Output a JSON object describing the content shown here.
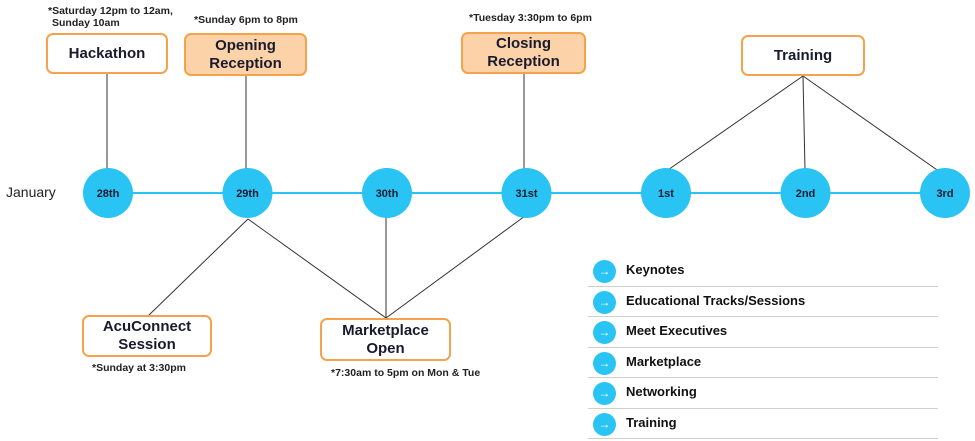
{
  "month_label": "January",
  "dates": [
    "28th",
    "29th",
    "30th",
    "31st",
    "1st",
    "2nd",
    "3rd"
  ],
  "events": {
    "hackathon": {
      "lines": [
        "Hackathon"
      ],
      "note": [
        "*Saturday 12pm to 12am,",
        "Sunday 10am"
      ]
    },
    "opening_reception": {
      "lines": [
        "Opening",
        "Reception"
      ],
      "note": [
        "*Sunday 6pm to 8pm"
      ]
    },
    "closing_reception": {
      "lines": [
        "Closing",
        "Reception"
      ],
      "note": [
        "*Tuesday 3:30pm to 6pm"
      ]
    },
    "training": {
      "lines": [
        "Training"
      ]
    },
    "acuconnect_session": {
      "lines": [
        "AcuConnect",
        "Session"
      ],
      "note": [
        "*Sunday at 3:30pm"
      ]
    },
    "marketplace_open": {
      "lines": [
        "Marketplace",
        "Open"
      ],
      "note": [
        "*7:30am to 5pm on Mon & Tue"
      ]
    }
  },
  "legend": {
    "arrow_glyph": "→",
    "items": [
      "Keynotes",
      "Educational Tracks/Sessions",
      "Meet Executives",
      "Marketplace",
      "Networking",
      "Training"
    ]
  },
  "colors": {
    "node": "#29c3f4",
    "timeline": "#29c3f4",
    "box_border": "#f4a34c",
    "box_fill_highlight": "#fcd3a8",
    "connector": "#333333"
  }
}
